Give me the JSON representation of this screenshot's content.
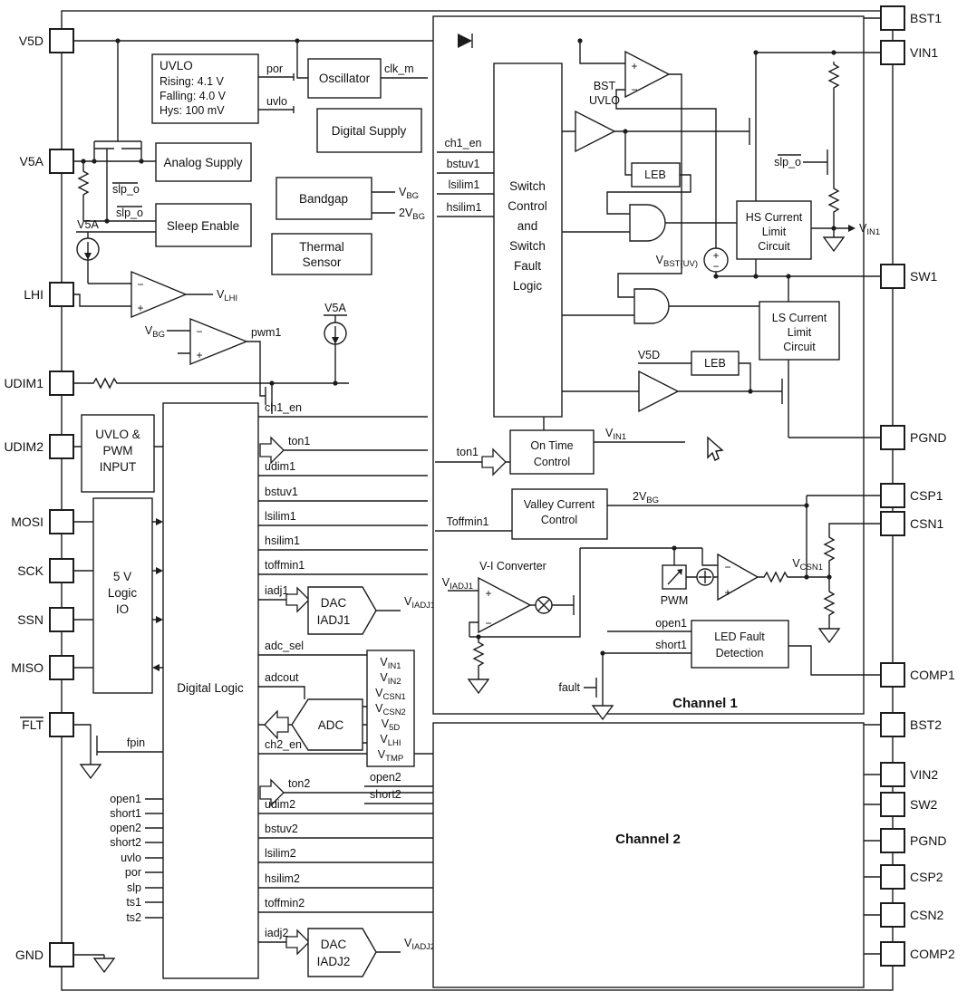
{
  "colors": {
    "ink": "#1c1c1c",
    "background": "#ffffff"
  },
  "glyphs": {
    "plus": "+",
    "minus": "−"
  },
  "pins": {
    "left": [
      "V5D",
      "V5A",
      "LHI",
      "UDIM1",
      "UDIM2",
      "MOSI",
      "SCK",
      "SSN",
      "MISO",
      "FLT",
      "GND"
    ],
    "right": [
      "BST1",
      "VIN1",
      "SW1",
      "PGND",
      "CSP1",
      "CSN1",
      "COMP1",
      "BST2",
      "VIN2",
      "SW2",
      "PGND",
      "CSP2",
      "CSN2",
      "COMP2"
    ]
  },
  "supervisory": {
    "uvlo_box": {
      "title": "UVLO",
      "rising": "Rising: 4.1 V",
      "falling": "Falling: 4.0 V",
      "hys": "Hys: 100 mV",
      "por": "por",
      "uvlo": "uvlo"
    },
    "oscillator": {
      "label": "Oscillator",
      "clk": "clk_m"
    },
    "digital_supply": "Digital Supply",
    "analog_supply": "Analog Supply",
    "sleep_enable": {
      "label": "Sleep Enable",
      "slp_gate": "slp_o",
      "slp_in": "slp_o",
      "v5a_tap": "V5A"
    },
    "bandgap": {
      "label": "Bandgap",
      "vbg": {
        "base": "V",
        "sub": "BG"
      },
      "vbg2": {
        "base": "2V",
        "sub": "BG"
      }
    },
    "thermal": {
      "l1": "Thermal",
      "l2": "Sensor"
    },
    "vlhi": {
      "base": "V",
      "sub": "LHI"
    },
    "pwm1": {
      "vbg": {
        "base": "V",
        "sub": "BG"
      },
      "out": "pwm1",
      "v5a_tap": "V5A"
    }
  },
  "logic": {
    "uvlo_pwm": {
      "l1": "UVLO &",
      "l2": "PWM",
      "l3": "INPUT"
    },
    "io": {
      "l1": "5 V",
      "l2": "Logic",
      "l3": "IO"
    },
    "digital_logic": "Digital Logic",
    "right_signals": [
      "ch1_en",
      "ton1",
      "udim1",
      "bstuv1",
      "lsilim1",
      "hsilim1",
      "toffmin1",
      "iadj1",
      "adc_sel",
      "adcout",
      "ch2_en",
      "ton2",
      "udim2",
      "bstuv2",
      "lsilim2",
      "hsilim2",
      "toffmin2",
      "iadj2"
    ],
    "left_signals": [
      "fpin",
      "open1",
      "short1",
      "open2",
      "short2",
      "uvlo",
      "por",
      "slp",
      "ts1",
      "ts2"
    ],
    "dac1": {
      "l1": "DAC",
      "l2": "IADJ1",
      "out": {
        "base": "V",
        "sub": "IADJ1"
      }
    },
    "dac2": {
      "l1": "DAC",
      "l2": "IADJ2",
      "out": {
        "base": "V",
        "sub": "IADJ2"
      }
    },
    "adc": {
      "label": "ADC",
      "inputs": [
        {
          "base": "V",
          "sub": "IN1"
        },
        {
          "base": "V",
          "sub": "IN2"
        },
        {
          "base": "V",
          "sub": "CSN1"
        },
        {
          "base": "V",
          "sub": "CSN2"
        },
        {
          "base": "V",
          "sub": "5D"
        },
        {
          "base": "V",
          "sub": "LHI"
        },
        {
          "base": "V",
          "sub": "TMP"
        }
      ]
    }
  },
  "channel1": {
    "title": "Channel 1",
    "inputs": [
      "ch1_en",
      "bstuv1",
      "lsilim1",
      "hsilim1"
    ],
    "switch_control": [
      "Switch",
      "Control",
      "and",
      "Switch",
      "Fault",
      "Logic"
    ],
    "bst_uvlo": [
      "BST",
      "UVLO"
    ],
    "vbst": {
      "base": "V",
      "sub": "BST(UV)"
    },
    "leb": "LEB",
    "v5d_rail": "V5D",
    "slp_fet": "slp_o",
    "vin1_tap": {
      "base": "V",
      "sub": "IN1"
    },
    "hs_limit": [
      "HS Current",
      "Limit",
      "Circuit"
    ],
    "ls_limit": [
      "LS Current",
      "Limit",
      "Circuit"
    ],
    "on_time": {
      "l1": "On Time",
      "l2": "Control",
      "ton": "ton1",
      "vin": {
        "base": "V",
        "sub": "IN1"
      }
    },
    "valley": {
      "l1": "Valley Current",
      "l2": "Control",
      "toffmin": "Toffmin1",
      "vbg2": {
        "base": "2V",
        "sub": "BG"
      }
    },
    "vi": {
      "label": "V-I Converter",
      "viadj": {
        "base": "V",
        "sub": "IADJ1"
      }
    },
    "pwm_label": "PWM",
    "vcsn1": {
      "base": "V",
      "sub": "CSN1"
    },
    "led_fault": {
      "l1": "LED Fault",
      "l2": "Detection",
      "open": "open1",
      "short": "short1"
    },
    "fault": "fault"
  },
  "channel2": {
    "title": "Channel 2",
    "open": "open2",
    "short": "short2"
  }
}
